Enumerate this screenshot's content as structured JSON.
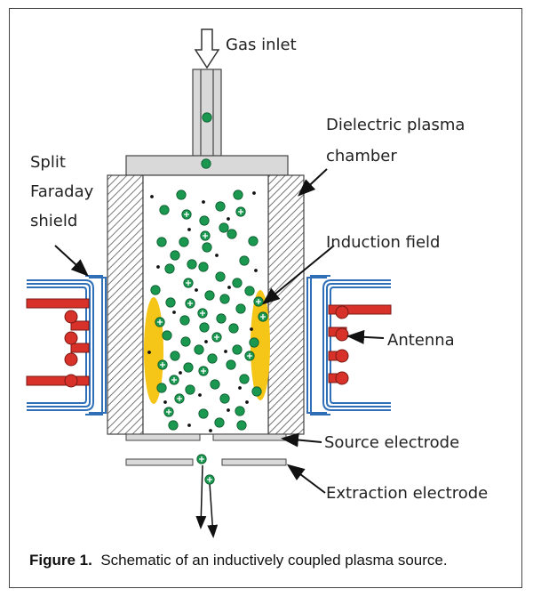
{
  "labels": {
    "gas_inlet": "Gas inlet",
    "dielectric_1": "Dielectric plasma",
    "dielectric_2": "chamber",
    "faraday_1": "Split",
    "faraday_2": "Faraday",
    "faraday_3": "shield",
    "induction_field": "Induction field",
    "antenna": "Antenna",
    "source_electrode": "Source electrode",
    "extraction_electrode": "Extraction electrode"
  },
  "caption": {
    "prefix": "Figure 1.",
    "text": "Schematic of an inductively coupled plasma source."
  },
  "colors": {
    "particle_green": "#1a9850",
    "coil_blue": "#2e6fb7",
    "antenna_red": "#d7312a",
    "induction_yellow": "#f5c518",
    "chamber_gray": "#d9d9d9"
  }
}
